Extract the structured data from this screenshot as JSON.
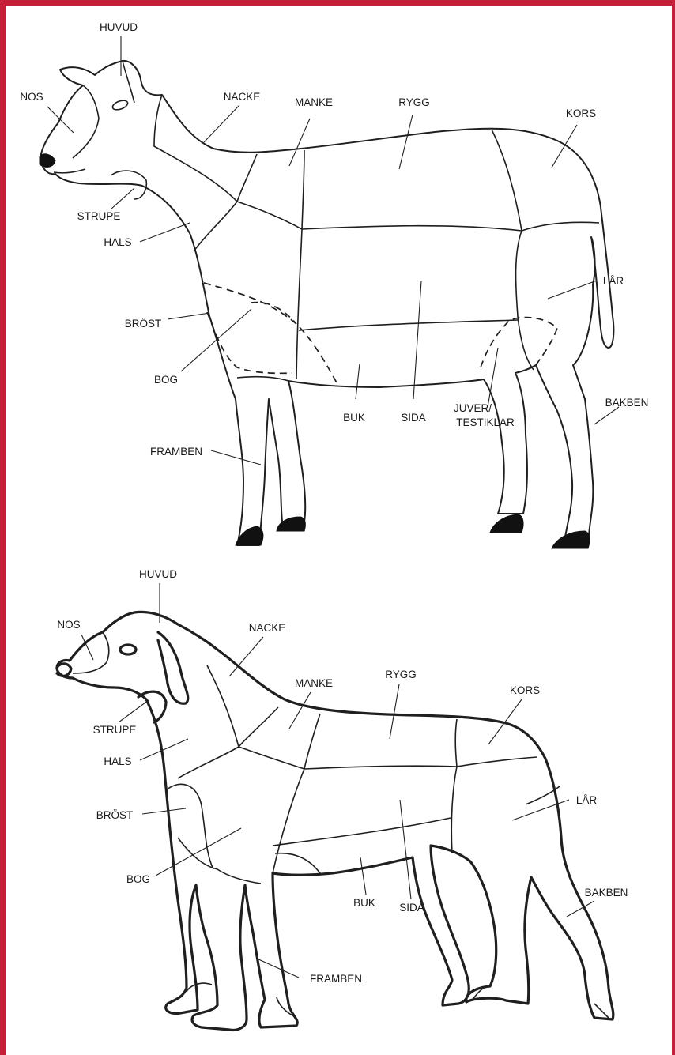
{
  "colors": {
    "frame": "#c5203a",
    "ink": "#1f1f1f",
    "background": "#ffffff"
  },
  "sheep": {
    "labels": {
      "huvud": "HUVUD",
      "nos": "NOS",
      "nacke": "NACKE",
      "manke": "MANKE",
      "rygg": "RYGG",
      "kors": "KORS",
      "strupe": "STRUPE",
      "hals": "HALS",
      "lar": "LÅR",
      "brost": "BRÖST",
      "bog": "BOG",
      "buk": "BUK",
      "sida": "SIDA",
      "juver_line1": "JUVER/",
      "juver_line2": "TESTIKLAR",
      "bakben": "BAKBEN",
      "framben": "FRAMBEN"
    }
  },
  "dog": {
    "labels": {
      "huvud": "HUVUD",
      "nos": "NOS",
      "nacke": "NACKE",
      "manke": "MANKE",
      "rygg": "RYGG",
      "kors": "KORS",
      "strupe": "STRUPE",
      "hals": "HALS",
      "lar": "LÅR",
      "brost": "BRÖST",
      "bog": "BOG",
      "buk": "BUK",
      "sida": "SIDA",
      "bakben": "BAKBEN",
      "framben": "FRAMBEN"
    }
  }
}
